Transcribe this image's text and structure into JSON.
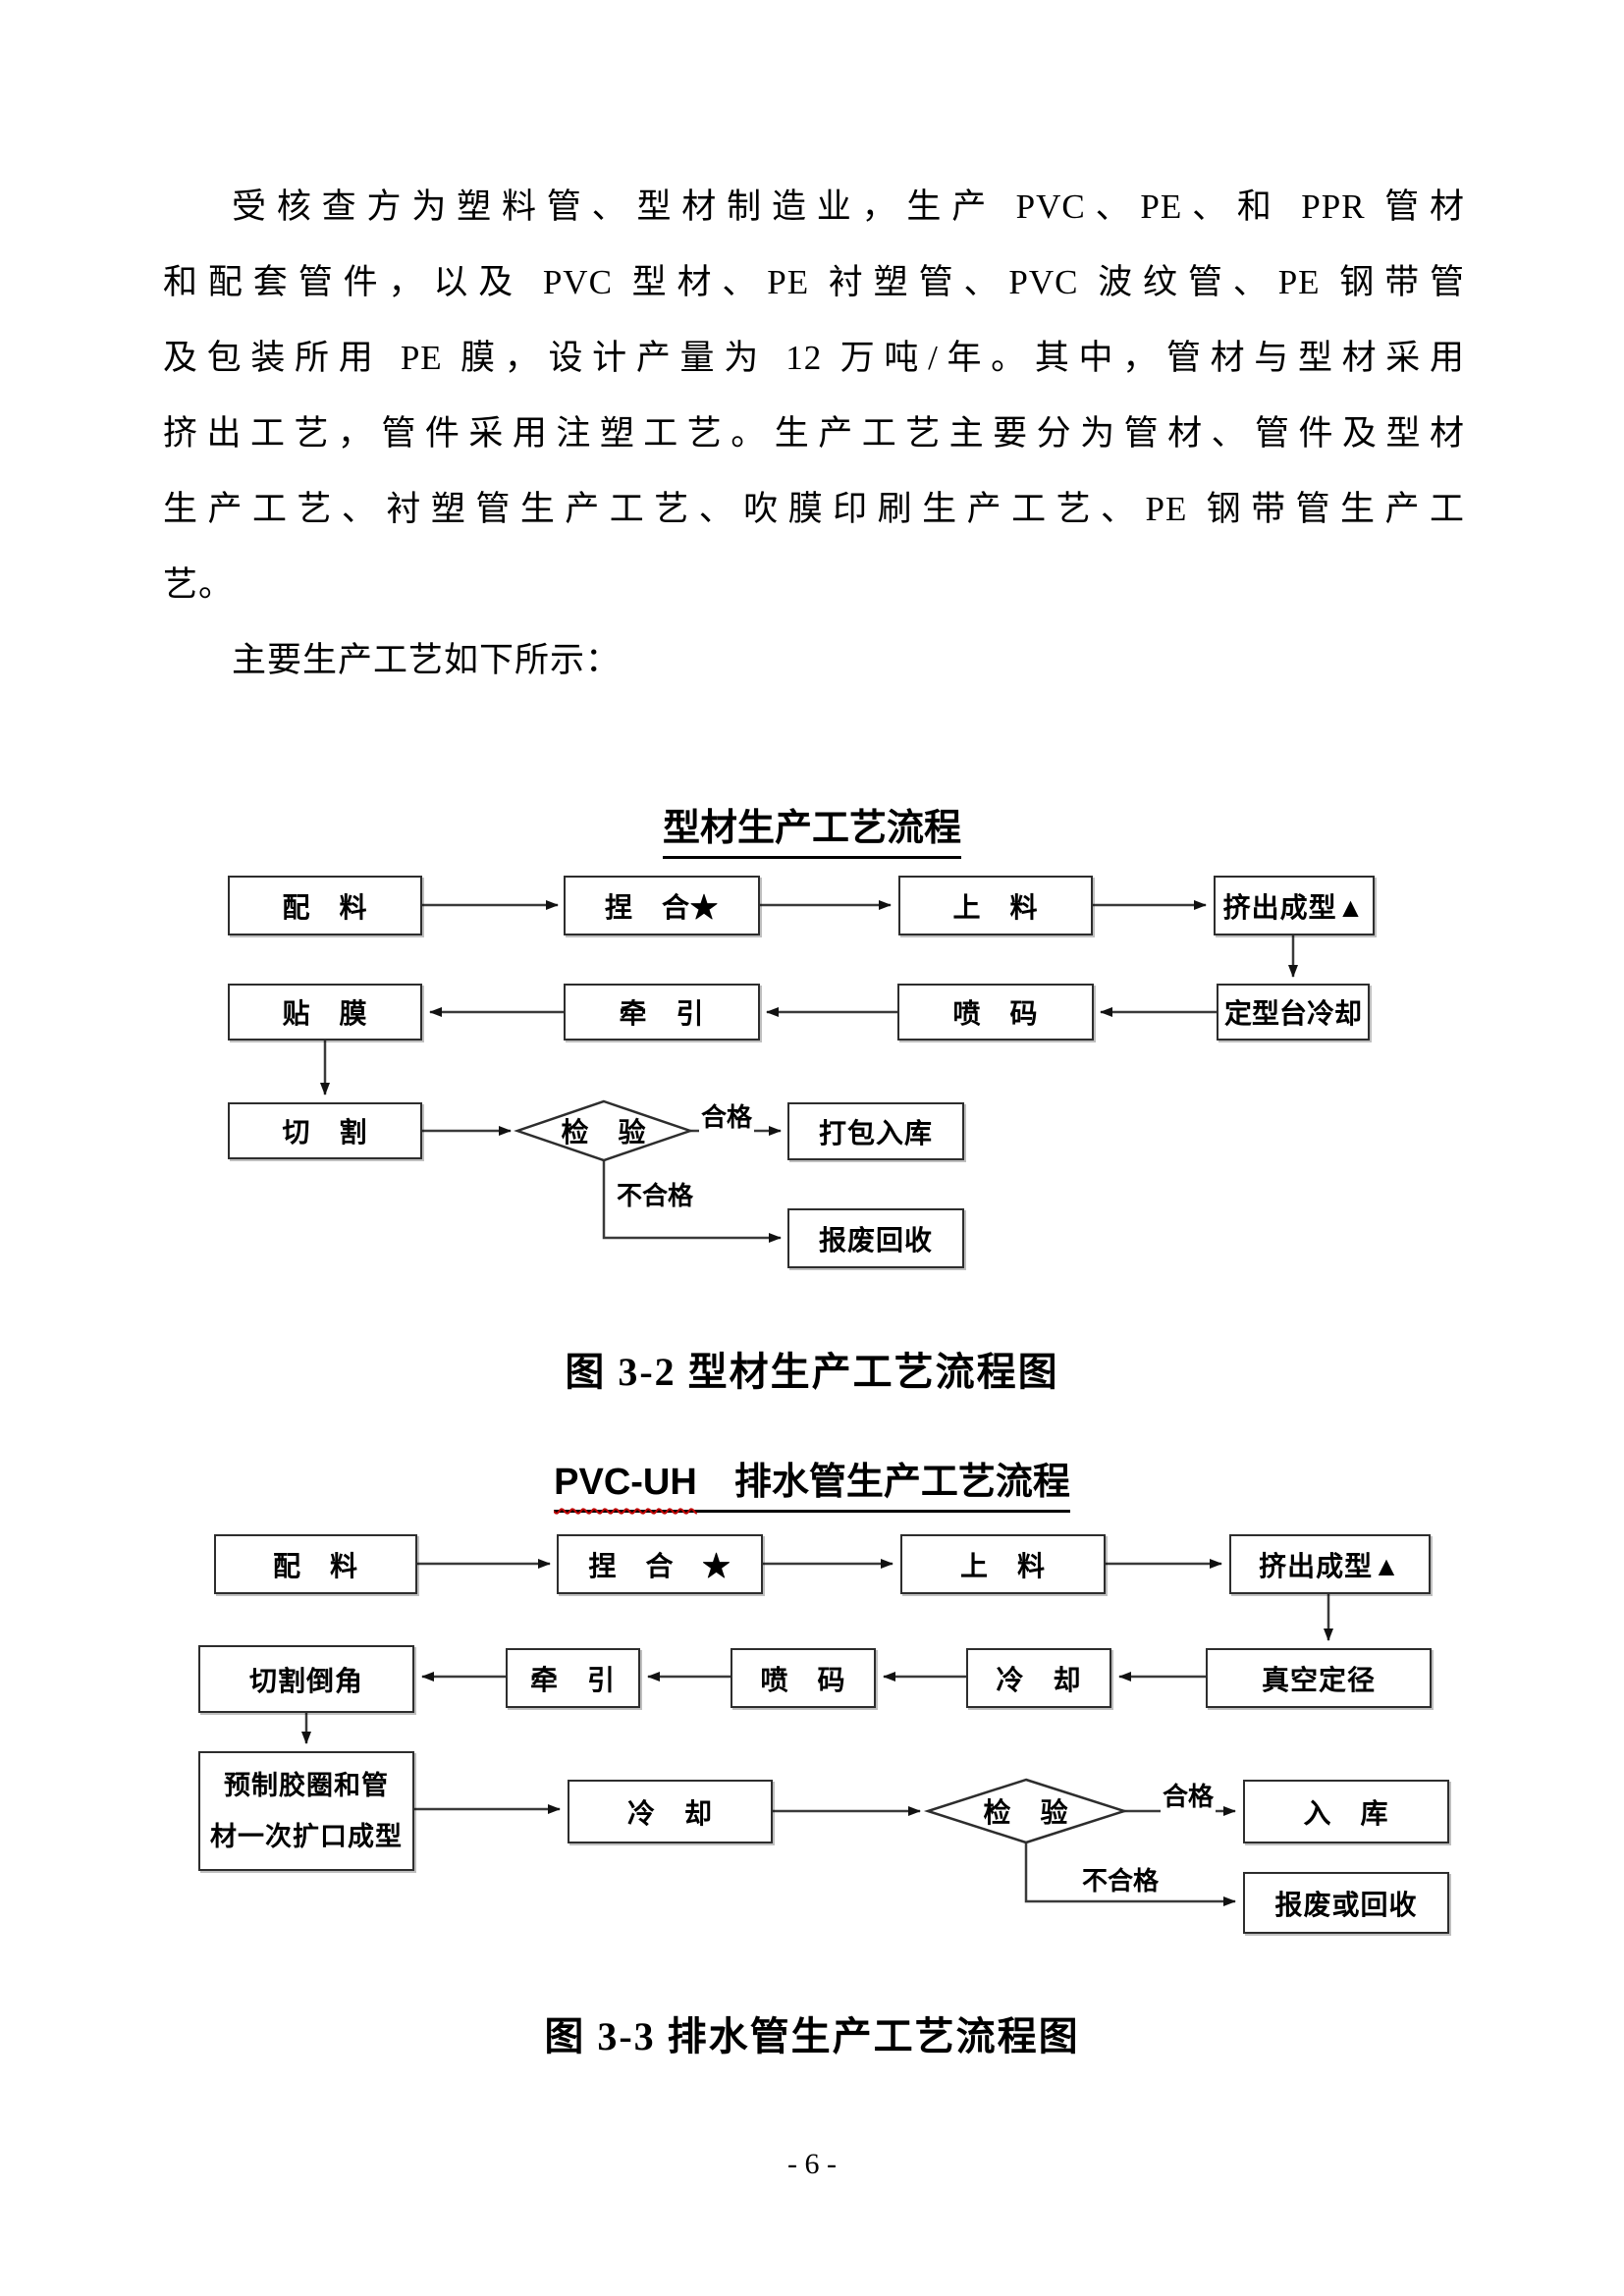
{
  "paragraph": {
    "lines": [
      "受核查方为塑料管、型材制造业，生产 PVC、PE、和 PPR 管材",
      "和配套管件，以及 PVC 型材、PE 衬塑管、PVC 波纹管、PE 钢带管",
      "及包装所用 PE 膜，设计产量为 12 万吨/年。其中，管材与型材采用",
      "挤出工艺，管件采用注塑工艺。生产工艺主要分为管材、管件及型材",
      "生产工艺、衬塑管生产工艺、吹膜印刷生产工艺、PE 钢带管生产工",
      "艺。"
    ],
    "lead_in": "主要生产工艺如下所示："
  },
  "chart1": {
    "title": "型材生产工艺流程",
    "caption": "图 3-2 型材生产工艺流程图",
    "nodes": {
      "peiliao": "配　料",
      "niehe": "捏　合★",
      "shangliao": "上　料",
      "jichucx": "挤出成型▲",
      "dingxing": "定型台冷却",
      "penma": "喷　码",
      "qianyin": "牵　引",
      "tiemo": "贴　膜",
      "qiege": "切　割",
      "jianyan": "检　验",
      "dabao": "打包入库",
      "baofei": "报废回收"
    },
    "labels": {
      "pass": "合格",
      "fail": "不合格"
    }
  },
  "chart2": {
    "title_en": "PVC-UH",
    "title_cn": "　排水管生产工艺流程",
    "caption": "图 3-3 排水管生产工艺流程图",
    "nodes": {
      "peiliao": "配　料",
      "niehe": "捏　合　★",
      "shangliao": "上　料",
      "jichucx": "挤出成型▲",
      "zhenkong": "真空定径",
      "lengque": "冷　却",
      "penma": "喷　码",
      "qianyin": "牵　引",
      "qiegedj": "切割倒角",
      "yuzhi_line1": "预制胶圈和管",
      "yuzhi_line2": "材一次扩口成型",
      "lengque2": "冷　却",
      "jianyan": "检　验",
      "ruku": "入　库",
      "baofei": "报废或回收"
    },
    "labels": {
      "pass": "合格",
      "fail": "不合格"
    }
  },
  "page": {
    "number_label": "- 6 -"
  }
}
